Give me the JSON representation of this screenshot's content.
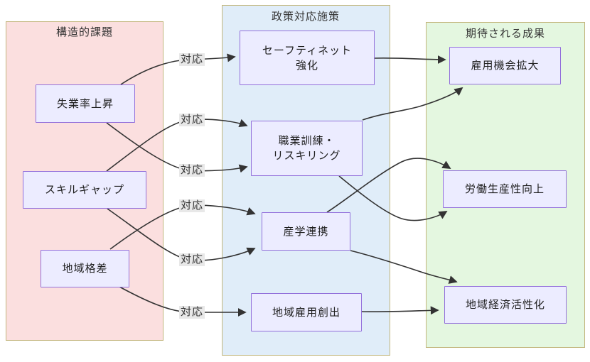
{
  "diagram": {
    "type": "flowchart-left-to-right",
    "clusters": {
      "issues": {
        "title": "構造的課題"
      },
      "policies": {
        "title": "政策対応施策"
      },
      "outcomes": {
        "title": "期待される成果"
      }
    },
    "nodes": {
      "unemployment_rise": {
        "label": "失業率上昇"
      },
      "skill_gap": {
        "label": "スキルギャップ"
      },
      "regional_disparity": {
        "label": "地域格差"
      },
      "safety_net": {
        "line1": "セーフティネット",
        "line2": "強化"
      },
      "training_reskilling": {
        "line1": "職業訓練・",
        "line2": "リスキリング"
      },
      "industry_academia": {
        "label": "産学連携"
      },
      "regional_job_creation": {
        "label": "地域雇用創出"
      },
      "employment_expansion": {
        "label": "雇用機会拡大"
      },
      "labor_productivity": {
        "label": "労働生産性向上"
      },
      "regional_economy": {
        "label": "地域経済活性化"
      }
    },
    "edges": [
      {
        "from": "unemployment_rise",
        "to": "safety_net",
        "label": "対応"
      },
      {
        "from": "skill_gap",
        "to": "training_reskilling",
        "label": "対応"
      },
      {
        "from": "unemployment_rise",
        "to": "training_reskilling",
        "label": "対応"
      },
      {
        "from": "regional_disparity",
        "to": "industry_academia",
        "label": "対応"
      },
      {
        "from": "skill_gap",
        "to": "industry_academia",
        "label": "対応"
      },
      {
        "from": "regional_disparity",
        "to": "regional_job_creation",
        "label": "対応"
      },
      {
        "from": "safety_net",
        "to": "employment_expansion",
        "label": ""
      },
      {
        "from": "training_reskilling",
        "to": "employment_expansion",
        "label": ""
      },
      {
        "from": "training_reskilling",
        "to": "labor_productivity",
        "label": ""
      },
      {
        "from": "industry_academia",
        "to": "labor_productivity",
        "label": ""
      },
      {
        "from": "industry_academia",
        "to": "regional_economy",
        "label": ""
      },
      {
        "from": "regional_job_creation",
        "to": "regional_economy",
        "label": ""
      }
    ],
    "colors": {
      "issues_fill": "#fbdfdf",
      "policies_fill": "#e0edf9",
      "outcomes_fill": "#e4f7e0",
      "cluster_border": "#c2b67c",
      "node_fill": "#ececff",
      "node_border": "#9370db",
      "edge_stroke": "#333333",
      "edge_label_bg": "#e8e8e8"
    }
  }
}
